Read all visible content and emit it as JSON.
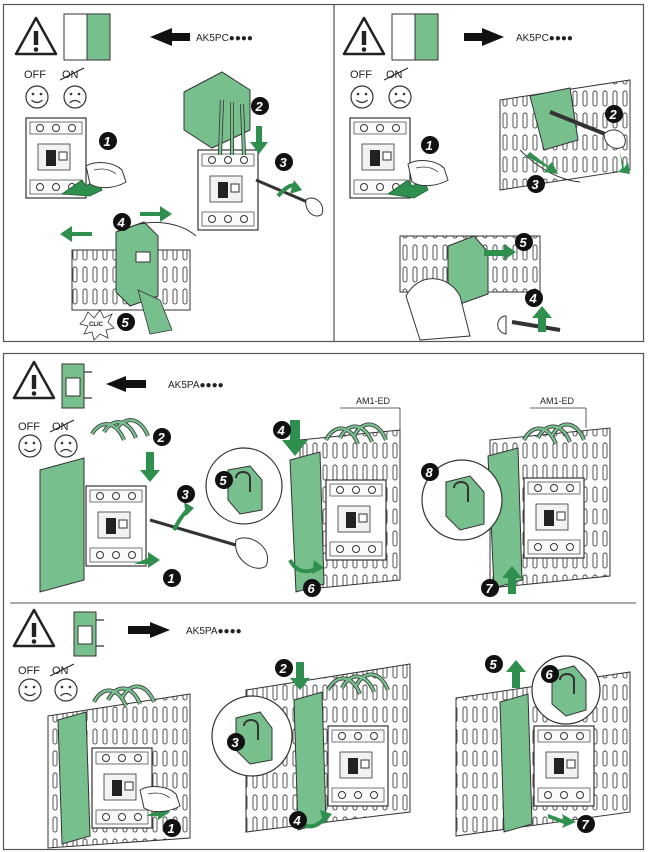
{
  "panels": {
    "p1": {
      "ref": "AK5PC●●●●",
      "off": "OFF",
      "on": "ON",
      "clic": "CLIC"
    },
    "p2": {
      "ref": "AK5PC●●●●",
      "off": "OFF",
      "on": "ON"
    },
    "p3": {
      "ref": "AK5PA●●●●",
      "off": "OFF",
      "on": "ON",
      "rail1": "AM1-ED",
      "rail2": "AM1-ED"
    },
    "p4": {
      "ref": "AK5PA●●●●",
      "off": "OFF",
      "on": "ON"
    }
  },
  "steps": [
    "1",
    "2",
    "3",
    "4",
    "5",
    "6",
    "7",
    "8"
  ],
  "colors": {
    "green": "#78bf8e",
    "green_dark": "#2f8f4e",
    "line": "#333333",
    "frame": "#555555"
  }
}
